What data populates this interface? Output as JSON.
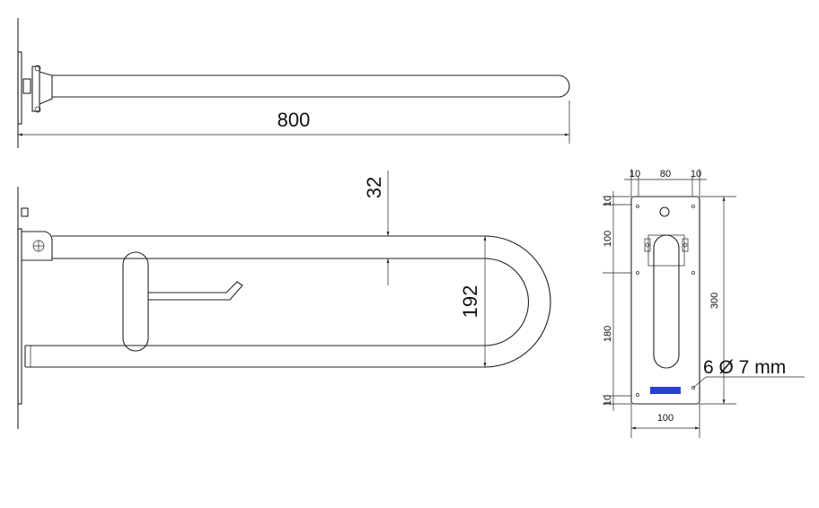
{
  "dimensions": {
    "top_length": "800",
    "bar_diameter": "32",
    "bar_spacing": "192",
    "plate_edge_left": "10",
    "plate_center_width": "80",
    "plate_edge_right": "10",
    "plate_top_margin": "10",
    "plate_upper": "100",
    "plate_lower": "180",
    "plate_bottom_margin": "10",
    "plate_height": "300",
    "plate_width": "100",
    "holes_note": "6 Ø 7 mm"
  },
  "colors": {
    "line": "#222222",
    "logo": "#2a3fd6"
  }
}
